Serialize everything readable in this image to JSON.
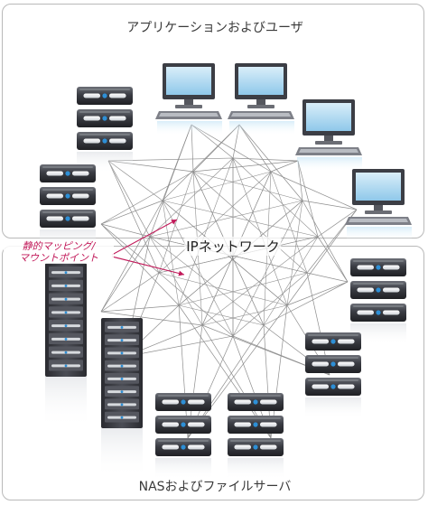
{
  "regions": {
    "applications_title": "アプリケーションおよびユーザ",
    "nas_title": "NASおよびファイルサーバ"
  },
  "network": {
    "label": "IPネットワーク"
  },
  "annotation": {
    "mapping_line1": "静的マッピング/",
    "mapping_line2": "マウントポイント"
  },
  "colors": {
    "border": "#b9b9b9",
    "network_lines": "#8e8e8e",
    "annotation": "#c21a5a",
    "server_dark": "#33353c",
    "server_light": "#e5e7ea",
    "led_blue": "#2d8fd6"
  },
  "icons": {
    "workstation": "desktop-computer-icon",
    "rack_server": "rack-server-icon",
    "tower_server": "tower-server-icon"
  }
}
